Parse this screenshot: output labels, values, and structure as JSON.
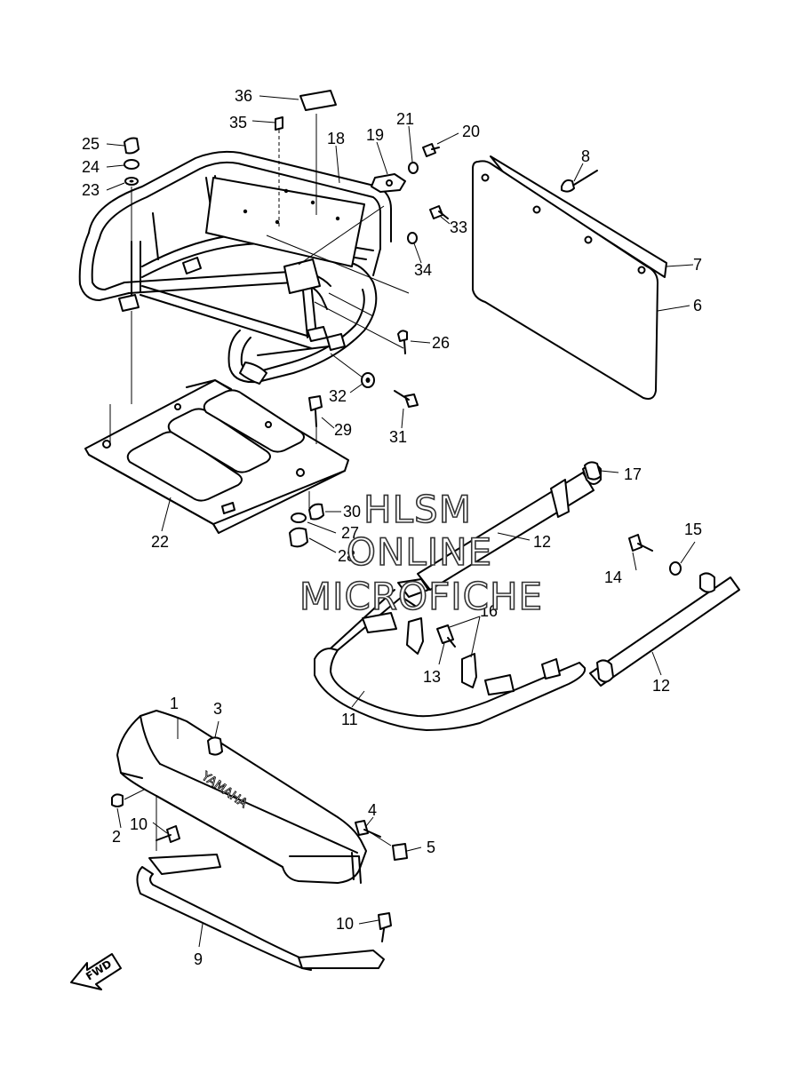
{
  "watermark": {
    "line1": "HLSM",
    "line2": "ONLINE",
    "line3": "MICROFICHE"
  },
  "brand_text": "YAMAHA",
  "direction_indicator": "FWD",
  "callouts": {
    "c1": "1",
    "c2": "2",
    "c3": "3",
    "c4": "4",
    "c5": "5",
    "c6": "6",
    "c7": "7",
    "c8": "8",
    "c9": "9",
    "c10a": "10",
    "c10b": "10",
    "c11": "11",
    "c12a": "12",
    "c12b": "12",
    "c13": "13",
    "c14": "14",
    "c15": "15",
    "c16": "16",
    "c17": "17",
    "c18": "18",
    "c19": "19",
    "c20": "20",
    "c21": "21",
    "c22": "22",
    "c23": "23",
    "c24": "24",
    "c25": "25",
    "c26": "26",
    "c27": "27",
    "c28": "28",
    "c29": "29",
    "c30": "30",
    "c31": "31",
    "c32": "32",
    "c33": "33",
    "c34": "34",
    "c35": "35",
    "c36": "36"
  }
}
